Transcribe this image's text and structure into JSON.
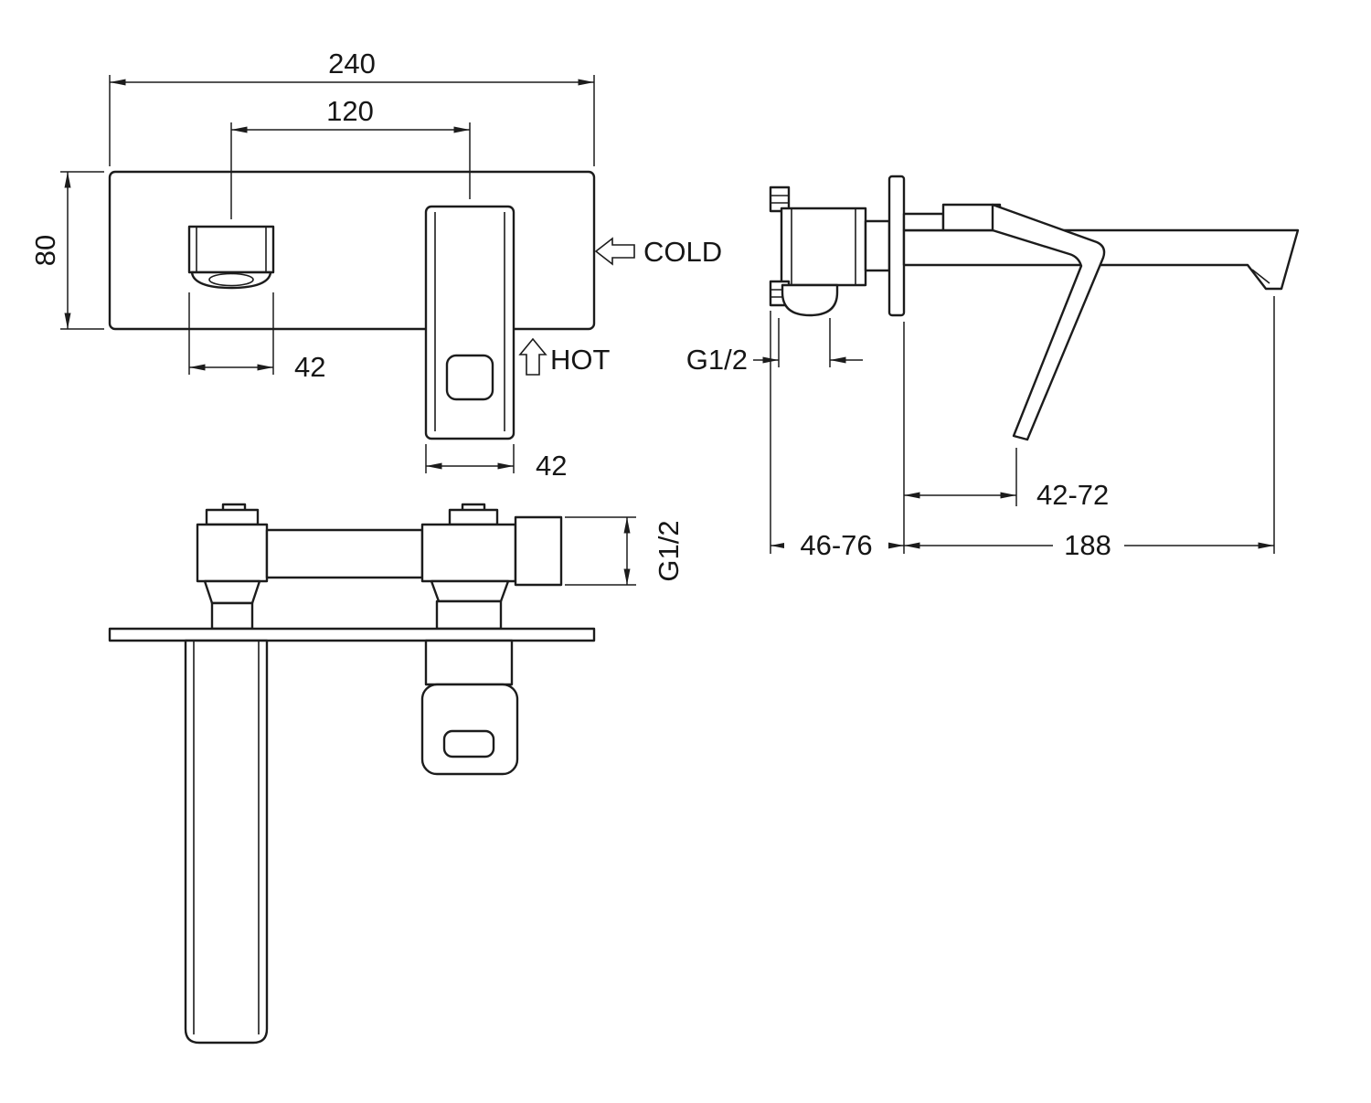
{
  "drawing": {
    "background": "#ffffff",
    "line_color": "#1c1c1c",
    "views": {
      "front": {
        "dim_width": "240",
        "dim_spacing": "120",
        "dim_height": "80",
        "dim_spout_width": "42",
        "dim_handle_width": "42",
        "cold_label": "COLD",
        "hot_label": "HOT"
      },
      "plan": {
        "dim_thread": "G1/2"
      },
      "side": {
        "dim_thread": "G1/2",
        "dim_handle_range": "42-72",
        "dim_depth_range": "46-76",
        "dim_spout_reach": "188"
      }
    }
  }
}
